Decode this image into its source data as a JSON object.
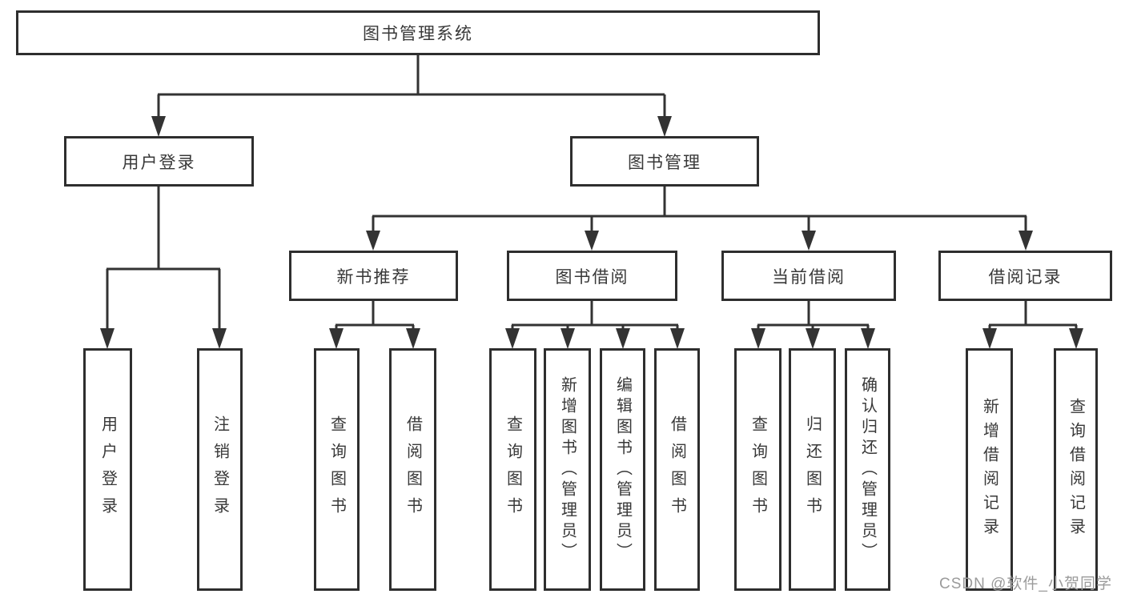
{
  "diagram": {
    "type": "hierarchy-tree",
    "orientation": "top-down",
    "tree": {
      "label": "图书管理系统",
      "children": [
        {
          "label": "用户登录",
          "children": [
            {
              "label": "用户登录"
            },
            {
              "label": "注销登录"
            }
          ]
        },
        {
          "label": "图书管理",
          "children": [
            {
              "label": "新书推荐",
              "children": [
                {
                  "label": "查询图书"
                },
                {
                  "label": "借阅图书"
                }
              ]
            },
            {
              "label": "图书借阅",
              "children": [
                {
                  "label": "查询图书"
                },
                {
                  "label": "新增图书（管理员）"
                },
                {
                  "label": "编辑图书（管理员）"
                },
                {
                  "label": "借阅图书"
                }
              ]
            },
            {
              "label": "当前借阅",
              "children": [
                {
                  "label": "查询图书"
                },
                {
                  "label": "归还图书"
                },
                {
                  "label": "确认归还（管理员）"
                }
              ]
            },
            {
              "label": "借阅记录",
              "children": [
                {
                  "label": "新增借阅记录"
                },
                {
                  "label": "查询借阅记录"
                }
              ]
            }
          ]
        }
      ]
    }
  },
  "watermark": {
    "text": "CSDN @软件_小贺同学"
  },
  "colors": {
    "background": "#ffffff",
    "box_border": "#2e2e2e",
    "connector_line": "#333333",
    "text": "#383838",
    "watermark_text": "#9b9b9b"
  }
}
